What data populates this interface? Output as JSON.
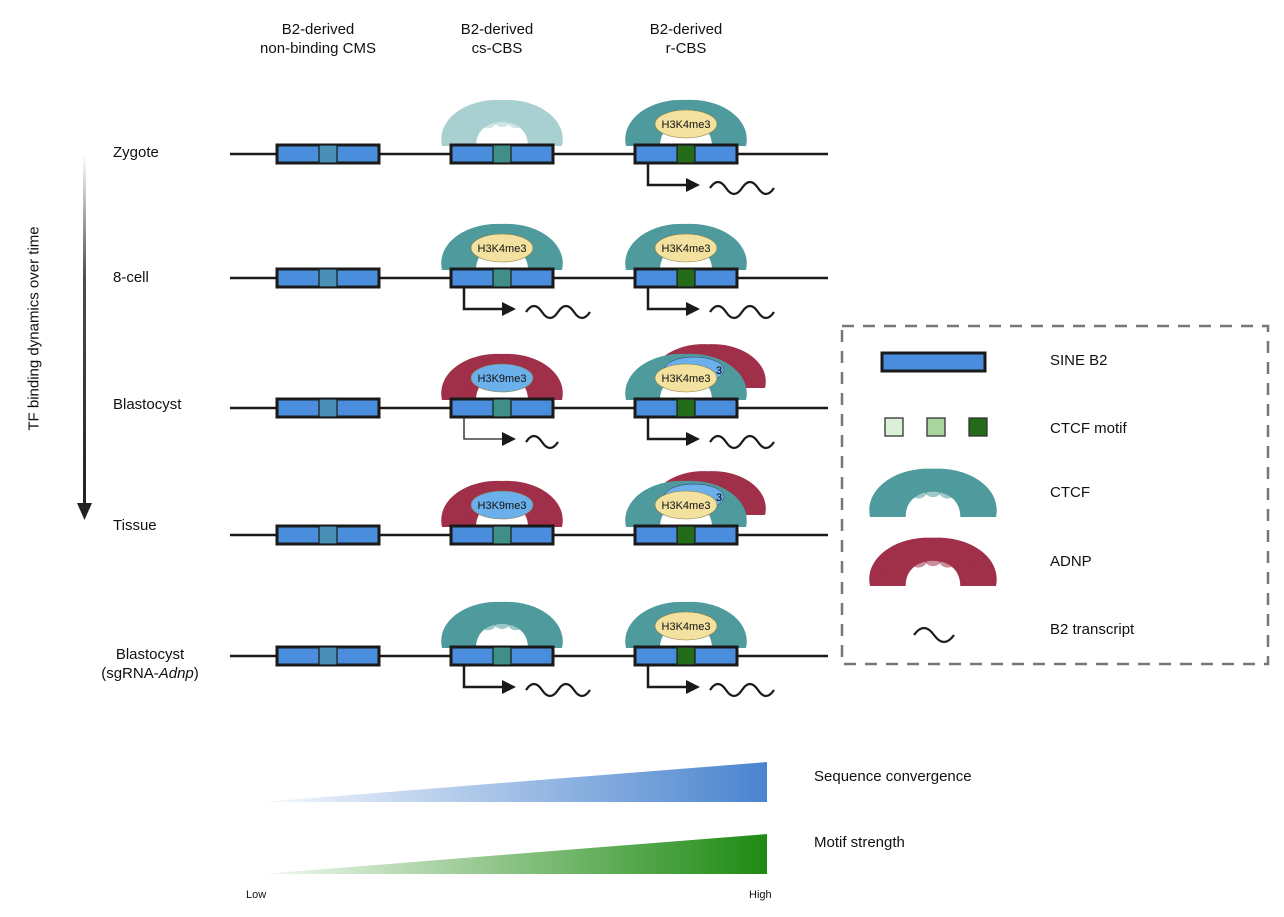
{
  "columns": [
    {
      "line1": "B2-derived",
      "line2": "non-binding CMS",
      "motif_color": "#4a8fb5"
    },
    {
      "line1": "B2-derived",
      "line2": "cs-CBS",
      "motif_color": "#3f8f86"
    },
    {
      "line1": "B2-derived",
      "line2": "r-CBS",
      "motif_color": "#236b19"
    }
  ],
  "time_axis_label": "TF binding dynamics over time",
  "rows": [
    {
      "label": "Zygote",
      "label2": "",
      "label2_italic": "",
      "cs": {
        "protein": "ctcf-faint",
        "mark": "",
        "transcript": ""
      },
      "r": {
        "protein": "ctcf",
        "mark": "H3K4me3",
        "transcript": "strong"
      }
    },
    {
      "label": "8-cell",
      "label2": "",
      "label2_italic": "",
      "cs": {
        "protein": "ctcf",
        "mark": "H3K4me3",
        "transcript": "strong"
      },
      "r": {
        "protein": "ctcf",
        "mark": "H3K4me3",
        "transcript": "strong"
      }
    },
    {
      "label": "Blastocyst",
      "label2": "",
      "label2_italic": "",
      "cs": {
        "protein": "adnp",
        "mark": "H3K9me3",
        "transcript": "weak"
      },
      "r": {
        "protein": "ctcf+adnp",
        "mark": "H3K4me3",
        "transcript": "strong"
      }
    },
    {
      "label": "Tissue",
      "label2": "",
      "label2_italic": "",
      "cs": {
        "protein": "adnp",
        "mark": "H3K9me3",
        "transcript": ""
      },
      "r": {
        "protein": "ctcf+adnp",
        "mark": "H3K4me3",
        "transcript": ""
      }
    },
    {
      "label": "Blastocyst",
      "label2": "(sgRNA-",
      "label2_italic": "Adnp",
      "cs": {
        "protein": "ctcf",
        "mark": "",
        "transcript": "strong"
      },
      "r": {
        "protein": "ctcf",
        "mark": "H3K4me3",
        "transcript": "strong"
      }
    }
  ],
  "marks": {
    "k4": "H3K4me3",
    "k9": "H3K9me3",
    "sup": "3"
  },
  "label2_close": ")",
  "legend": {
    "items": [
      {
        "label": "SINE B2"
      },
      {
        "label": "CTCF motif"
      },
      {
        "label": "CTCF"
      },
      {
        "label": "ADNP"
      },
      {
        "label": "B2 transcript"
      }
    ],
    "motif_colors": [
      "#dcefd8",
      "#a9d49e",
      "#236b19"
    ]
  },
  "colors": {
    "sine_b2": "#4a8ddc",
    "ctcf": "#4f9a9c",
    "ctcf_faint": "#a9d0d0",
    "adnp": "#a0304a",
    "k4_mark": "#f3e1a0",
    "k9_mark": "#6bb0ea",
    "seq_grad": "#4a84cf",
    "motif_grad": "#1e8a12"
  },
  "gradients": [
    {
      "label": "Sequence convergence"
    },
    {
      "label": "Motif strength"
    }
  ],
  "scale": {
    "low": "Low",
    "high": "High"
  }
}
